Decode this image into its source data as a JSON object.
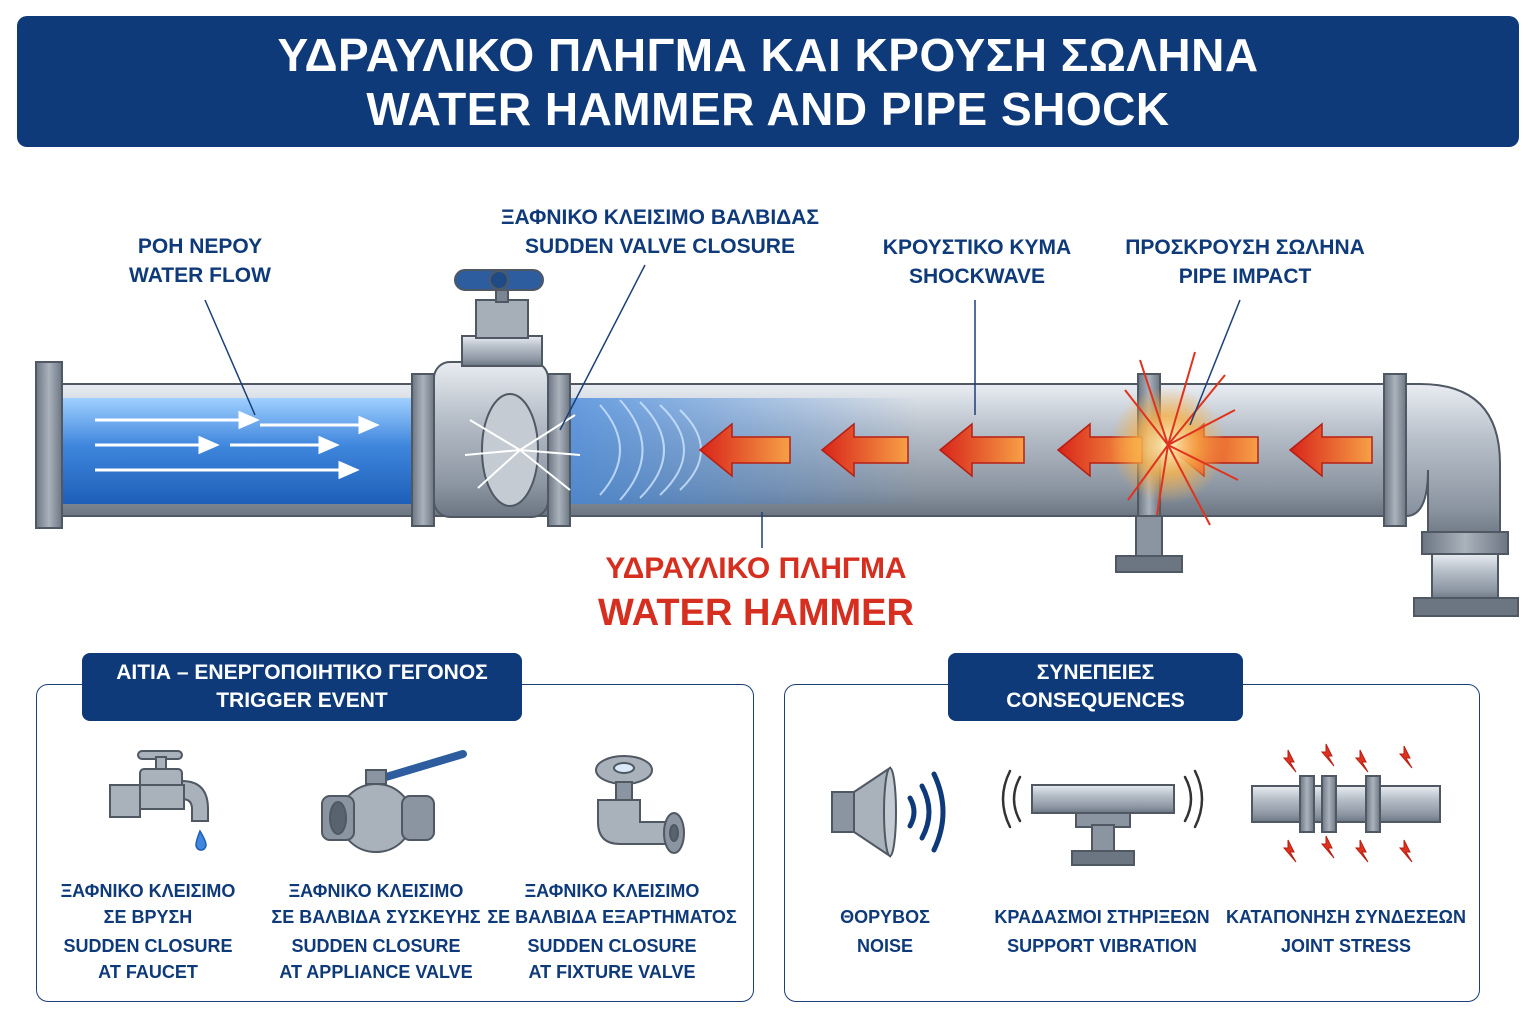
{
  "title": {
    "greek": "ΥΔΡΑΥΛΙΚΟ ΠΛΗΓΜΑ ΚΑΙ ΚΡΟΥΣΗ ΣΩΛΗΝΑ",
    "english": "WATER HAMMER AND PIPE SHOCK"
  },
  "diagram": {
    "water_flow": {
      "greek": "ΡΟΗ ΝΕΡΟΥ",
      "english": "WATER FLOW"
    },
    "valve_closure": {
      "greek": "ΞΑΦΝΙΚΟ ΚΛΕΙΣΙΜΟ ΒΑΛΒΙΔΑΣ",
      "english": "SUDDEN VALVE CLOSURE"
    },
    "shockwave": {
      "greek": "ΚΡΟΥΣΤΙΚΟ ΚΥΜΑ",
      "english": "SHOCKWAVE"
    },
    "pipe_impact": {
      "greek": "ΠΡΟΣΚΡΟΥΣΗ ΣΩΛΗΝΑ",
      "english": "PIPE IMPACT"
    },
    "water_hammer": {
      "greek": "ΥΔΡΑΥΛΙΚΟ ΠΛΗΓΜΑ",
      "english": "WATER HAMMER"
    }
  },
  "causes": {
    "header_greek": "ΑΙΤΙΑ – ΕΝΕΡΓΟΠΟΙΗΤΙΚΟ ΓΕΓΟΝΟΣ",
    "header_english": "TRIGGER EVENT",
    "items": [
      {
        "icon": "faucet-icon",
        "greek1": "ΞΑΦΝΙΚΟ ΚΛΕΙΣΙΜΟ",
        "greek2": "ΣΕ ΒΡΥΣΗ",
        "english1": "SUDDEN CLOSURE",
        "english2": "AT FAUCET"
      },
      {
        "icon": "ball-valve-icon",
        "greek1": "ΞΑΦΝΙΚΟ ΚΛΕΙΣΙΜΟ",
        "greek2": "ΣΕ ΒΑΛΒΙΔΑ ΣΥΣΚΕΥΗΣ",
        "english1": "SUDDEN CLOSURE",
        "english2": "AT APPLIANCE VALVE"
      },
      {
        "icon": "angle-valve-icon",
        "greek1": "ΞΑΦΝΙΚΟ ΚΛΕΙΣΙΜΟ",
        "greek2": "ΣΕ ΒΑΛΒΙΔΑ ΕΞΑΡΤΗΜΑΤΟΣ",
        "english1": "SUDDEN CLOSURE",
        "english2": "AT FIXTURE VALVE"
      }
    ]
  },
  "consequences": {
    "header_greek": "ΣΥΝΕΠΕΙΕΣ",
    "header_english": "CONSEQUENCES",
    "items": [
      {
        "icon": "speaker-icon",
        "greek": "ΘΟΡΥΒΟΣ",
        "english": "NOISE"
      },
      {
        "icon": "vibrating-pipe-icon",
        "greek": "ΚΡΑΔΑΣΜΟΙ ΣΤΗΡΙΞΕΩΝ",
        "english": "SUPPORT VIBRATION"
      },
      {
        "icon": "stressed-joint-icon",
        "greek": "ΚΑΤΑΠΟΝΗΣΗ ΣΥΝΔΕΣΕΩΝ",
        "english": "JOINT STRESS"
      }
    ]
  },
  "colors": {
    "navy": "#0f3a7a",
    "alert_red": "#d62e1f",
    "pipe_gray": "#9aa3ae",
    "water_blue": "#3f86dd"
  }
}
